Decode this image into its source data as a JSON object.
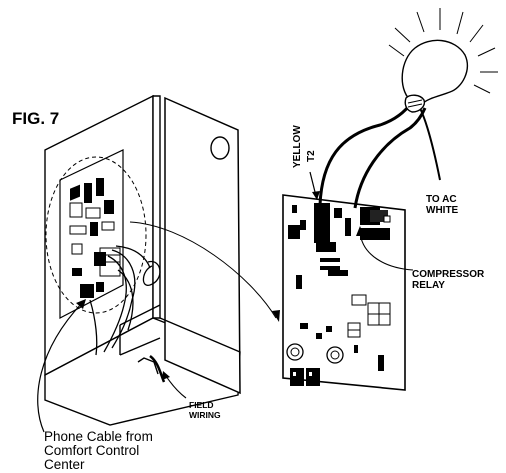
{
  "figure_label": "FIG. 7",
  "labels": {
    "yellow": "YELLOW",
    "t2": "T2",
    "to_ac": "TO AC",
    "white": "WHITE",
    "compressor": "COMPRESSOR",
    "relay": "RELAY",
    "field": "FIELD",
    "wiring": "WIRING",
    "phone_line1": "Phone Cable from",
    "phone_line2": "Comfort Control",
    "phone_line3": "Center"
  }
}
